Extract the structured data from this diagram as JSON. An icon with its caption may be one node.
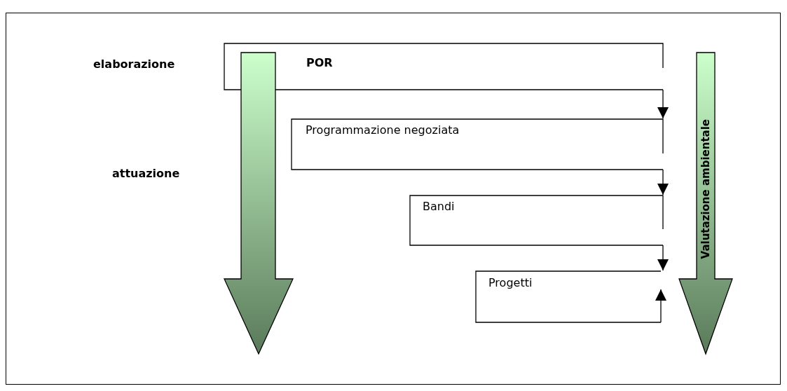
{
  "diagram": {
    "nodes": [
      {
        "text": [
          "POR"
        ]
      },
      {
        "text": [
          "Programmazione negoziata"
        ]
      },
      {
        "text": [
          "Bandi"
        ]
      },
      {
        "text": [
          "Progetti"
        ]
      },
      {
        "text": [],
        "shape": "arrow"
      },
      {
        "text": [
          "Valutazione ambientale"
        ]
      }
    ],
    "edges": [
      {
        "from": 0,
        "to": 1,
        "arrow": "to"
      },
      {
        "from": 1,
        "to": 2,
        "arrow": "to"
      },
      {
        "from": 2,
        "to": 3,
        "arrow": "to"
      },
      {
        "from": null,
        "to": 3,
        "arrow": "to"
      }
    ],
    "labels": [
      "elaborazione",
      "attuazione"
    ]
  }
}
